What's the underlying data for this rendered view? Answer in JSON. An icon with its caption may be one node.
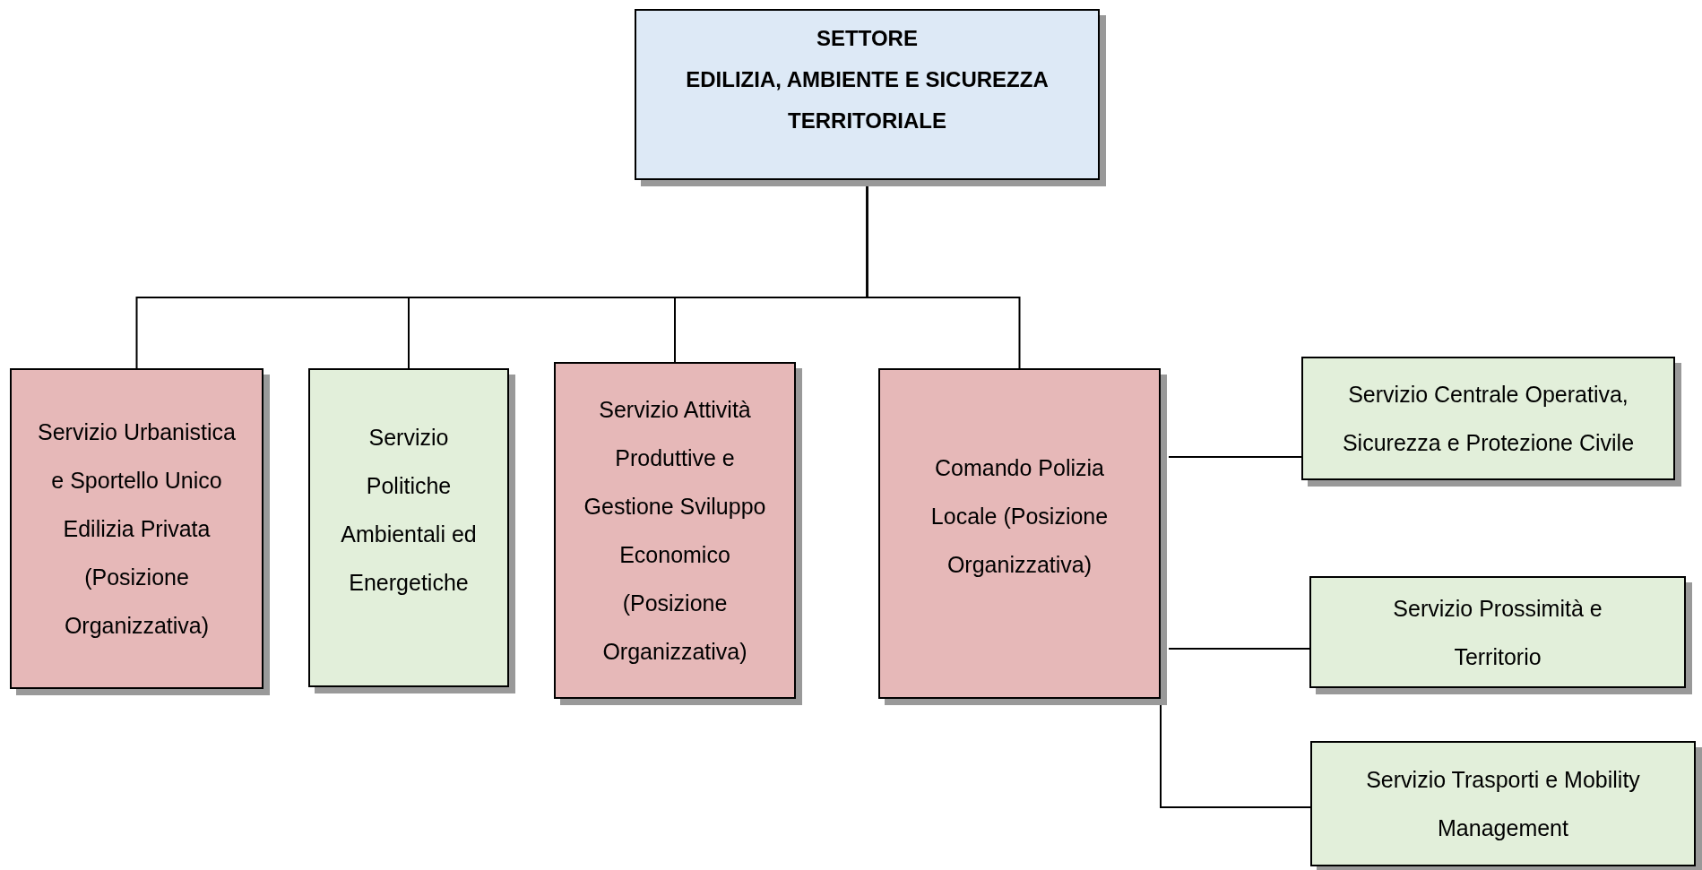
{
  "diagram": {
    "nodes": [
      {
        "text": [
          "SETTORE",
          "EDILIZIA, AMBIENTE E SICUREZZA TERRITORIALE"
        ]
      },
      {
        "text": [
          "Servizio Urbanistica e Sportello Unico Edilizia Privata (Posizione Organizzativa)"
        ]
      },
      {
        "text": [
          "Servizio Politiche Ambientali ed Energetiche"
        ]
      },
      {
        "text": [
          "Servizio Attività Produttive e Gestione Sviluppo Economico (Posizione Organizzativa)"
        ]
      },
      {
        "text": [
          "Comando Polizia Locale (Posizione Organizzativa)"
        ]
      },
      {
        "text": [
          "Servizio Centrale Operativa, Sicurezza e Protezione Civile"
        ]
      },
      {
        "text": [
          "Servizio Prossimità e Territorio"
        ]
      },
      {
        "text": [
          "Servizio Trasporti e Mobility Management"
        ]
      }
    ],
    "edges": [
      {
        "from": 0,
        "to": 1,
        "arrow": "none"
      },
      {
        "from": 0,
        "to": 2,
        "arrow": "none"
      },
      {
        "from": 0,
        "to": 3,
        "arrow": "none"
      },
      {
        "from": 0,
        "to": 4,
        "arrow": "none"
      },
      {
        "from": 4,
        "to": 5,
        "arrow": "none"
      },
      {
        "from": 4,
        "to": 6,
        "arrow": "none"
      },
      {
        "from": 4,
        "to": 7,
        "arrow": "none"
      }
    ]
  }
}
